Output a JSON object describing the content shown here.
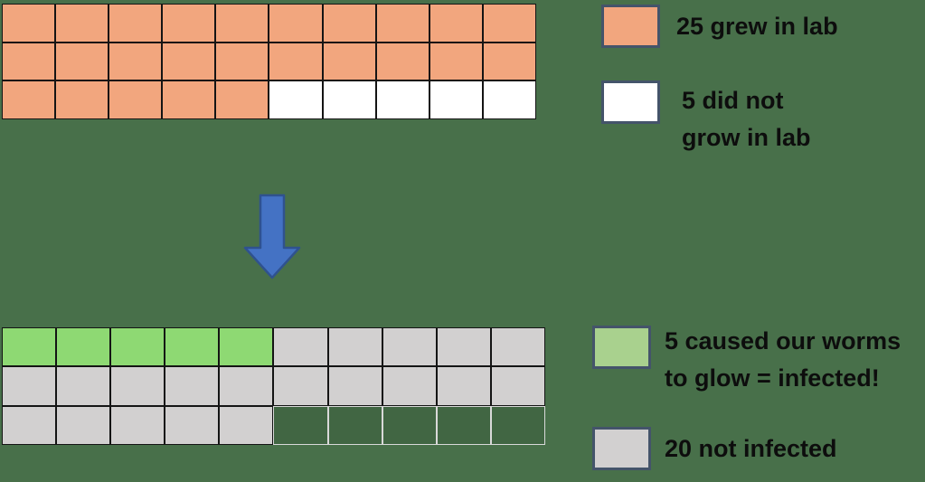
{
  "slide": {
    "background": "#48704a",
    "description": "Worm infection sample diagram: 30-square grids with legends and a down arrow"
  },
  "colors": {
    "background": "#48704a",
    "orange": "#f2a67e",
    "white": "#ffffff",
    "green_bright": "#8ed973",
    "green_muted": "#a9d18e",
    "gray": "#d2d0d0",
    "grid_border": "#141414",
    "empty_cell_border": "#d9d9d9",
    "legend_swatch_border": "#44546a",
    "arrow_fill": "#4472c4",
    "arrow_border": "#2f528f",
    "text": "#0d0d0d"
  },
  "top_grid": {
    "columns": 10,
    "rows": 3,
    "cells": [
      [
        "orange",
        "orange",
        "orange",
        "orange",
        "orange",
        "orange",
        "orange",
        "orange",
        "orange",
        "orange"
      ],
      [
        "orange",
        "orange",
        "orange",
        "orange",
        "orange",
        "orange",
        "orange",
        "orange",
        "orange",
        "orange"
      ],
      [
        "orange",
        "orange",
        "orange",
        "orange",
        "orange",
        "white",
        "white",
        "white",
        "white",
        "white"
      ]
    ]
  },
  "bottom_grid": {
    "columns": 10,
    "rows": 3,
    "cells": [
      [
        "green",
        "green",
        "green",
        "green",
        "green",
        "gray",
        "gray",
        "gray",
        "gray",
        "gray"
      ],
      [
        "gray",
        "gray",
        "gray",
        "gray",
        "gray",
        "gray",
        "gray",
        "gray",
        "gray",
        "gray"
      ],
      [
        "gray",
        "gray",
        "gray",
        "gray",
        "gray",
        "empty",
        "empty",
        "empty",
        "empty",
        "empty"
      ]
    ]
  },
  "legend": {
    "grew": {
      "count": 25,
      "lines": [
        "25 grew in lab"
      ]
    },
    "not_grow": {
      "count": 5,
      "lines": [
        "5 did not",
        "grow in lab"
      ]
    },
    "infected": {
      "count": 5,
      "lines": [
        "5 caused our worms",
        "to glow = infected!"
      ]
    },
    "not_infected": {
      "count": 20,
      "lines": [
        "20 not infected"
      ]
    }
  }
}
